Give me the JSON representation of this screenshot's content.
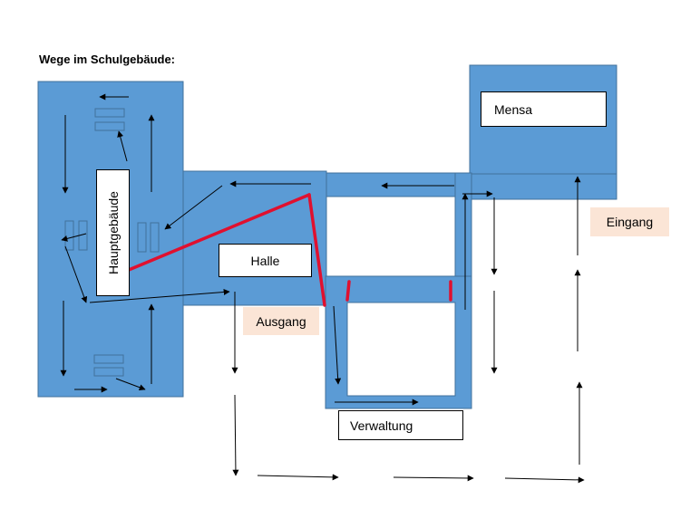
{
  "title": "Wege im Schulgebäude:",
  "labels": {
    "mensa": "Mensa",
    "halle": "Halle",
    "verwaltung": "Verwaltung",
    "hauptgebaeude": "Hauptgebäude",
    "ausgang": "Ausgang",
    "eingang": "Eingang"
  },
  "colors": {
    "building": "#5b9bd5",
    "building_border": "#41719c",
    "route": "#e0102f",
    "arrow": "#000000",
    "label_white": "#ffffff",
    "label_pink": "#fbe5d6"
  }
}
